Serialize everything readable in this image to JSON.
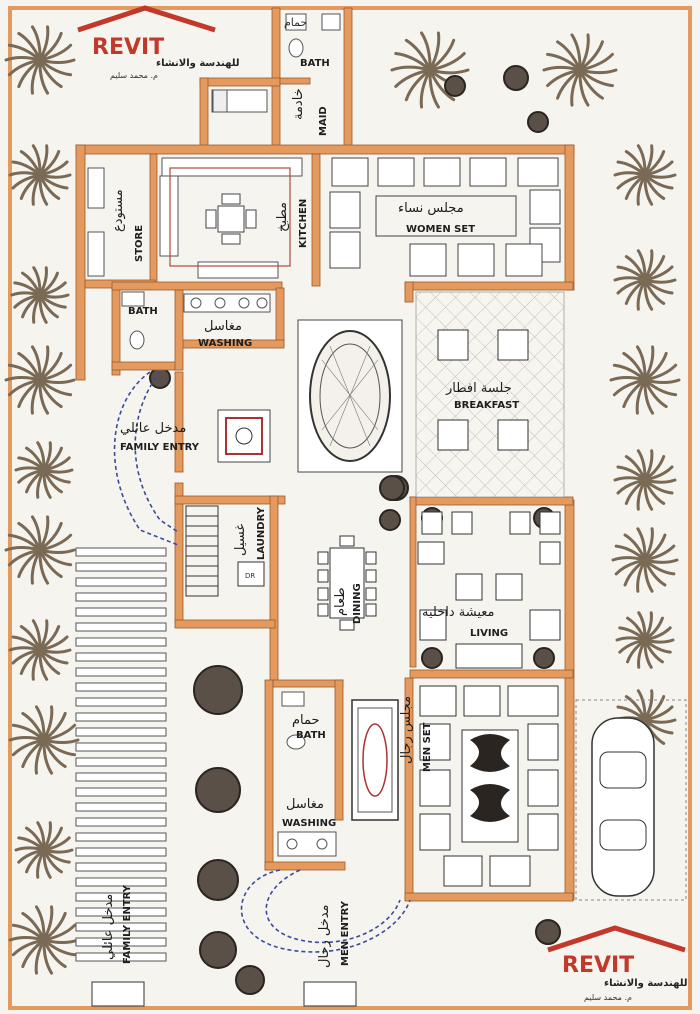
{
  "colors": {
    "wall": "#e49a5e",
    "wall_edge": "#9a5a2a",
    "floor": "#f8f7f3",
    "tree": "#7a6a55",
    "dark_tree": "#4a4038",
    "dash": "#3a4a9a",
    "logo_red": "#c0392b"
  },
  "logo_top": {
    "brand": "REVIT",
    "subtitle": "للهندسة والانشاء",
    "author": "م. محمد سليم"
  },
  "logo_bottom": {
    "brand": "REVIT",
    "subtitle": "للهندسة والانشاء",
    "author": "م. محمد سليم"
  },
  "rooms": {
    "maid_bath_ar": "حمام",
    "maid_bath_en": "BATH",
    "maid_ar": "خادمة",
    "maid_en": "MAID",
    "store_ar": "مستودع",
    "store_en": "STORE",
    "kitchen_ar": "مطبخ",
    "kitchen_en": "KITCHEN",
    "women_ar": "مجلس نساء",
    "women_en": "WOMEN SET",
    "bath1_en": "BATH",
    "washing1_ar": "مغاسل",
    "washing1_en": "WASHING",
    "breakfast_ar": "جلسة افطار",
    "breakfast_en": "BREAKFAST",
    "family_entry_ar": "مدخل عائلي",
    "family_entry_en": "FAMILY ENTRY",
    "laundry_ar": "غسيل",
    "laundry_en": "LAUNDRY",
    "dining_ar": "طعام",
    "dining_en": "DINING",
    "living_ar": "معيشة داخلية",
    "living_en": "LIVING",
    "bath2_ar": "حمام",
    "bath2_en": "BATH",
    "washing2_ar": "مغاسل",
    "washing2_en": "WASHING",
    "men_ar": "مجلس رجال",
    "men_en": "MEN SET",
    "men_entry_ar": "مدخل رجال",
    "men_entry_en": "MEN ENTRY",
    "family_entry2_ar": "مدخل عائلي",
    "family_entry2_en": "FAMILY ENTRY"
  }
}
